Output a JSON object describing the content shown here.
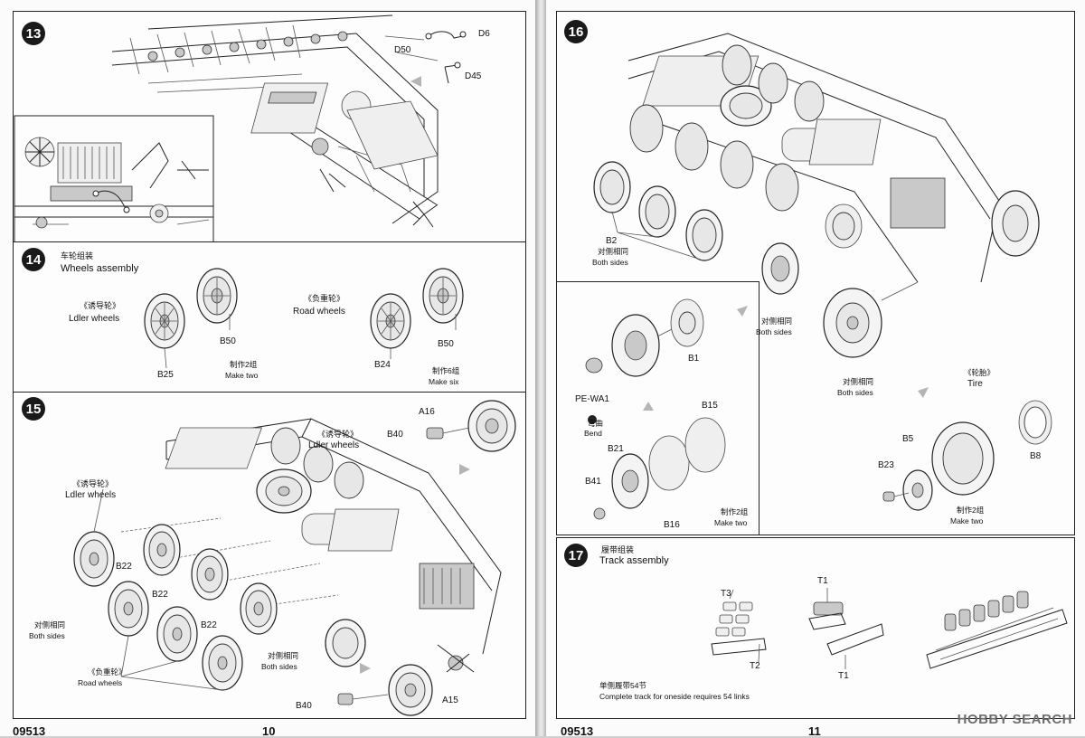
{
  "left_page": {
    "catalog_number": "09513",
    "page_number": "10",
    "step13": {
      "number": "13",
      "labels": {
        "d6": "D6",
        "d50": "D50",
        "d45": "D45"
      }
    },
    "step14": {
      "number": "14",
      "title_cn": "车轮组装",
      "title_en": "Wheels assembly",
      "idler_cn": "《诱导轮》",
      "idler_en": "Ldler wheels",
      "road_cn": "《负重轮》",
      "road_en": "Road wheels",
      "b50a": "B50",
      "b25": "B25",
      "make_two_cn": "制作2组",
      "make_two_en": "Make two",
      "b24": "B24",
      "b50b": "B50",
      "make_six_cn": "制作6组",
      "make_six_en": "Make six"
    },
    "step15": {
      "number": "15",
      "idler_top_cn": "《诱导轮》",
      "idler_top_en": "Ldler wheels",
      "a16": "A16",
      "b40a": "B40",
      "idler_left_cn": "《诱导轮》",
      "idler_left_en": "Ldler wheels",
      "b22a": "B22",
      "b22b": "B22",
      "b22c": "B22",
      "both_sides_left_cn": "对侧相同",
      "both_sides_left_en": "Both sides",
      "road_cn": "《负重轮》",
      "road_en": "Road wheels",
      "both_sides_mid_cn": "对侧相同",
      "both_sides_mid_en": "Both sides",
      "b40b": "B40",
      "a15": "A15"
    }
  },
  "right_page": {
    "catalog_number": "09513",
    "page_number": "11",
    "step16": {
      "number": "16",
      "b2": "B2",
      "both_sides_a_cn": "对侧相同",
      "both_sides_a_en": "Both sides",
      "both_sides_b_cn": "对侧相同",
      "both_sides_b_en": "Both sides",
      "both_sides_c_cn": "对侧相同",
      "both_sides_c_en": "Both sides",
      "b1": "B1",
      "pe_wa1": "PE-WA1",
      "bend_cn": "弯曲",
      "bend_en": "Bend",
      "b15": "B15",
      "b21": "B21",
      "b41": "B41",
      "b16": "B16",
      "make_two_a_cn": "制作2组",
      "make_two_a_en": "Make two",
      "tire_cn": "《轮胎》",
      "tire_en": "Tire",
      "b5": "B5",
      "b23": "B23",
      "b8": "B8",
      "make_two_b_cn": "制作2组",
      "make_two_b_en": "Make two"
    },
    "step17": {
      "number": "17",
      "title_cn": "履带组装",
      "title_en": "Track assembly",
      "t3": "T3",
      "t2": "T2",
      "t1a": "T1",
      "t1b": "T1",
      "note_cn": "单侧履带54节",
      "note_en": "Complete track for oneside requires 54 links"
    }
  },
  "watermark": "HOBBY SEARCH"
}
